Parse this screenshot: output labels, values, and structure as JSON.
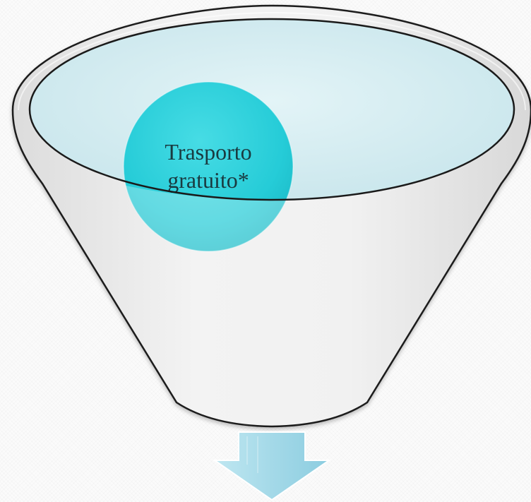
{
  "diagram": {
    "type": "funnel",
    "items": [
      {
        "line1": "Trasporto",
        "line2": "gratuito*"
      }
    ],
    "colors": {
      "funnel_fill": "#ebebeb",
      "funnel_outline": "#1a1a1a",
      "funnel_opening": "#d6eef2",
      "bubble": "#1ccad6",
      "arrow": "#a8dcea"
    },
    "icons": {
      "output": "arrow-down-icon"
    }
  }
}
